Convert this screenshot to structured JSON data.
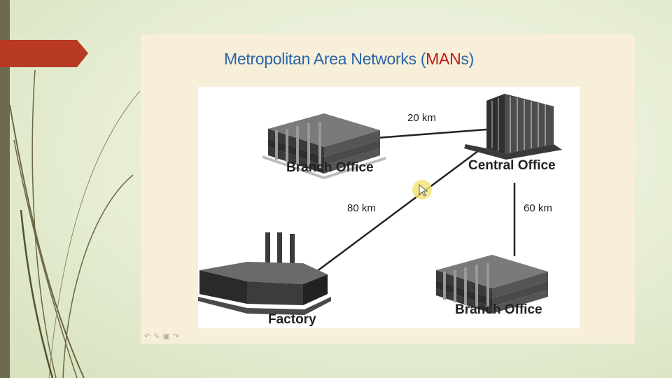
{
  "slide": {
    "title_prefix": "Metropolitan Area Networks (",
    "title_accent": "MAN",
    "title_suffix": "s)",
    "colors": {
      "title": "#2a64a8",
      "accent": "#c41616",
      "tab": "#b83a22"
    }
  },
  "diagram": {
    "nodes": [
      {
        "id": "branch-office-1",
        "label": "Branch Office",
        "icon": "office-building-icon"
      },
      {
        "id": "central-office",
        "label": "Central Office",
        "icon": "tower-building-icon"
      },
      {
        "id": "factory",
        "label": "Factory",
        "icon": "factory-icon"
      },
      {
        "id": "branch-office-2",
        "label": "Branch Office",
        "icon": "office-building-icon"
      }
    ],
    "links": [
      {
        "from": "branch-office-1",
        "to": "central-office",
        "distance": "20 km"
      },
      {
        "from": "factory",
        "to": "central-office",
        "distance": "80 km"
      },
      {
        "from": "central-office",
        "to": "branch-office-2",
        "distance": "60 km"
      }
    ]
  },
  "nav": {
    "icons": [
      "back-arrow-icon",
      "pen-icon",
      "slides-icon",
      "forward-arrow-icon"
    ]
  }
}
